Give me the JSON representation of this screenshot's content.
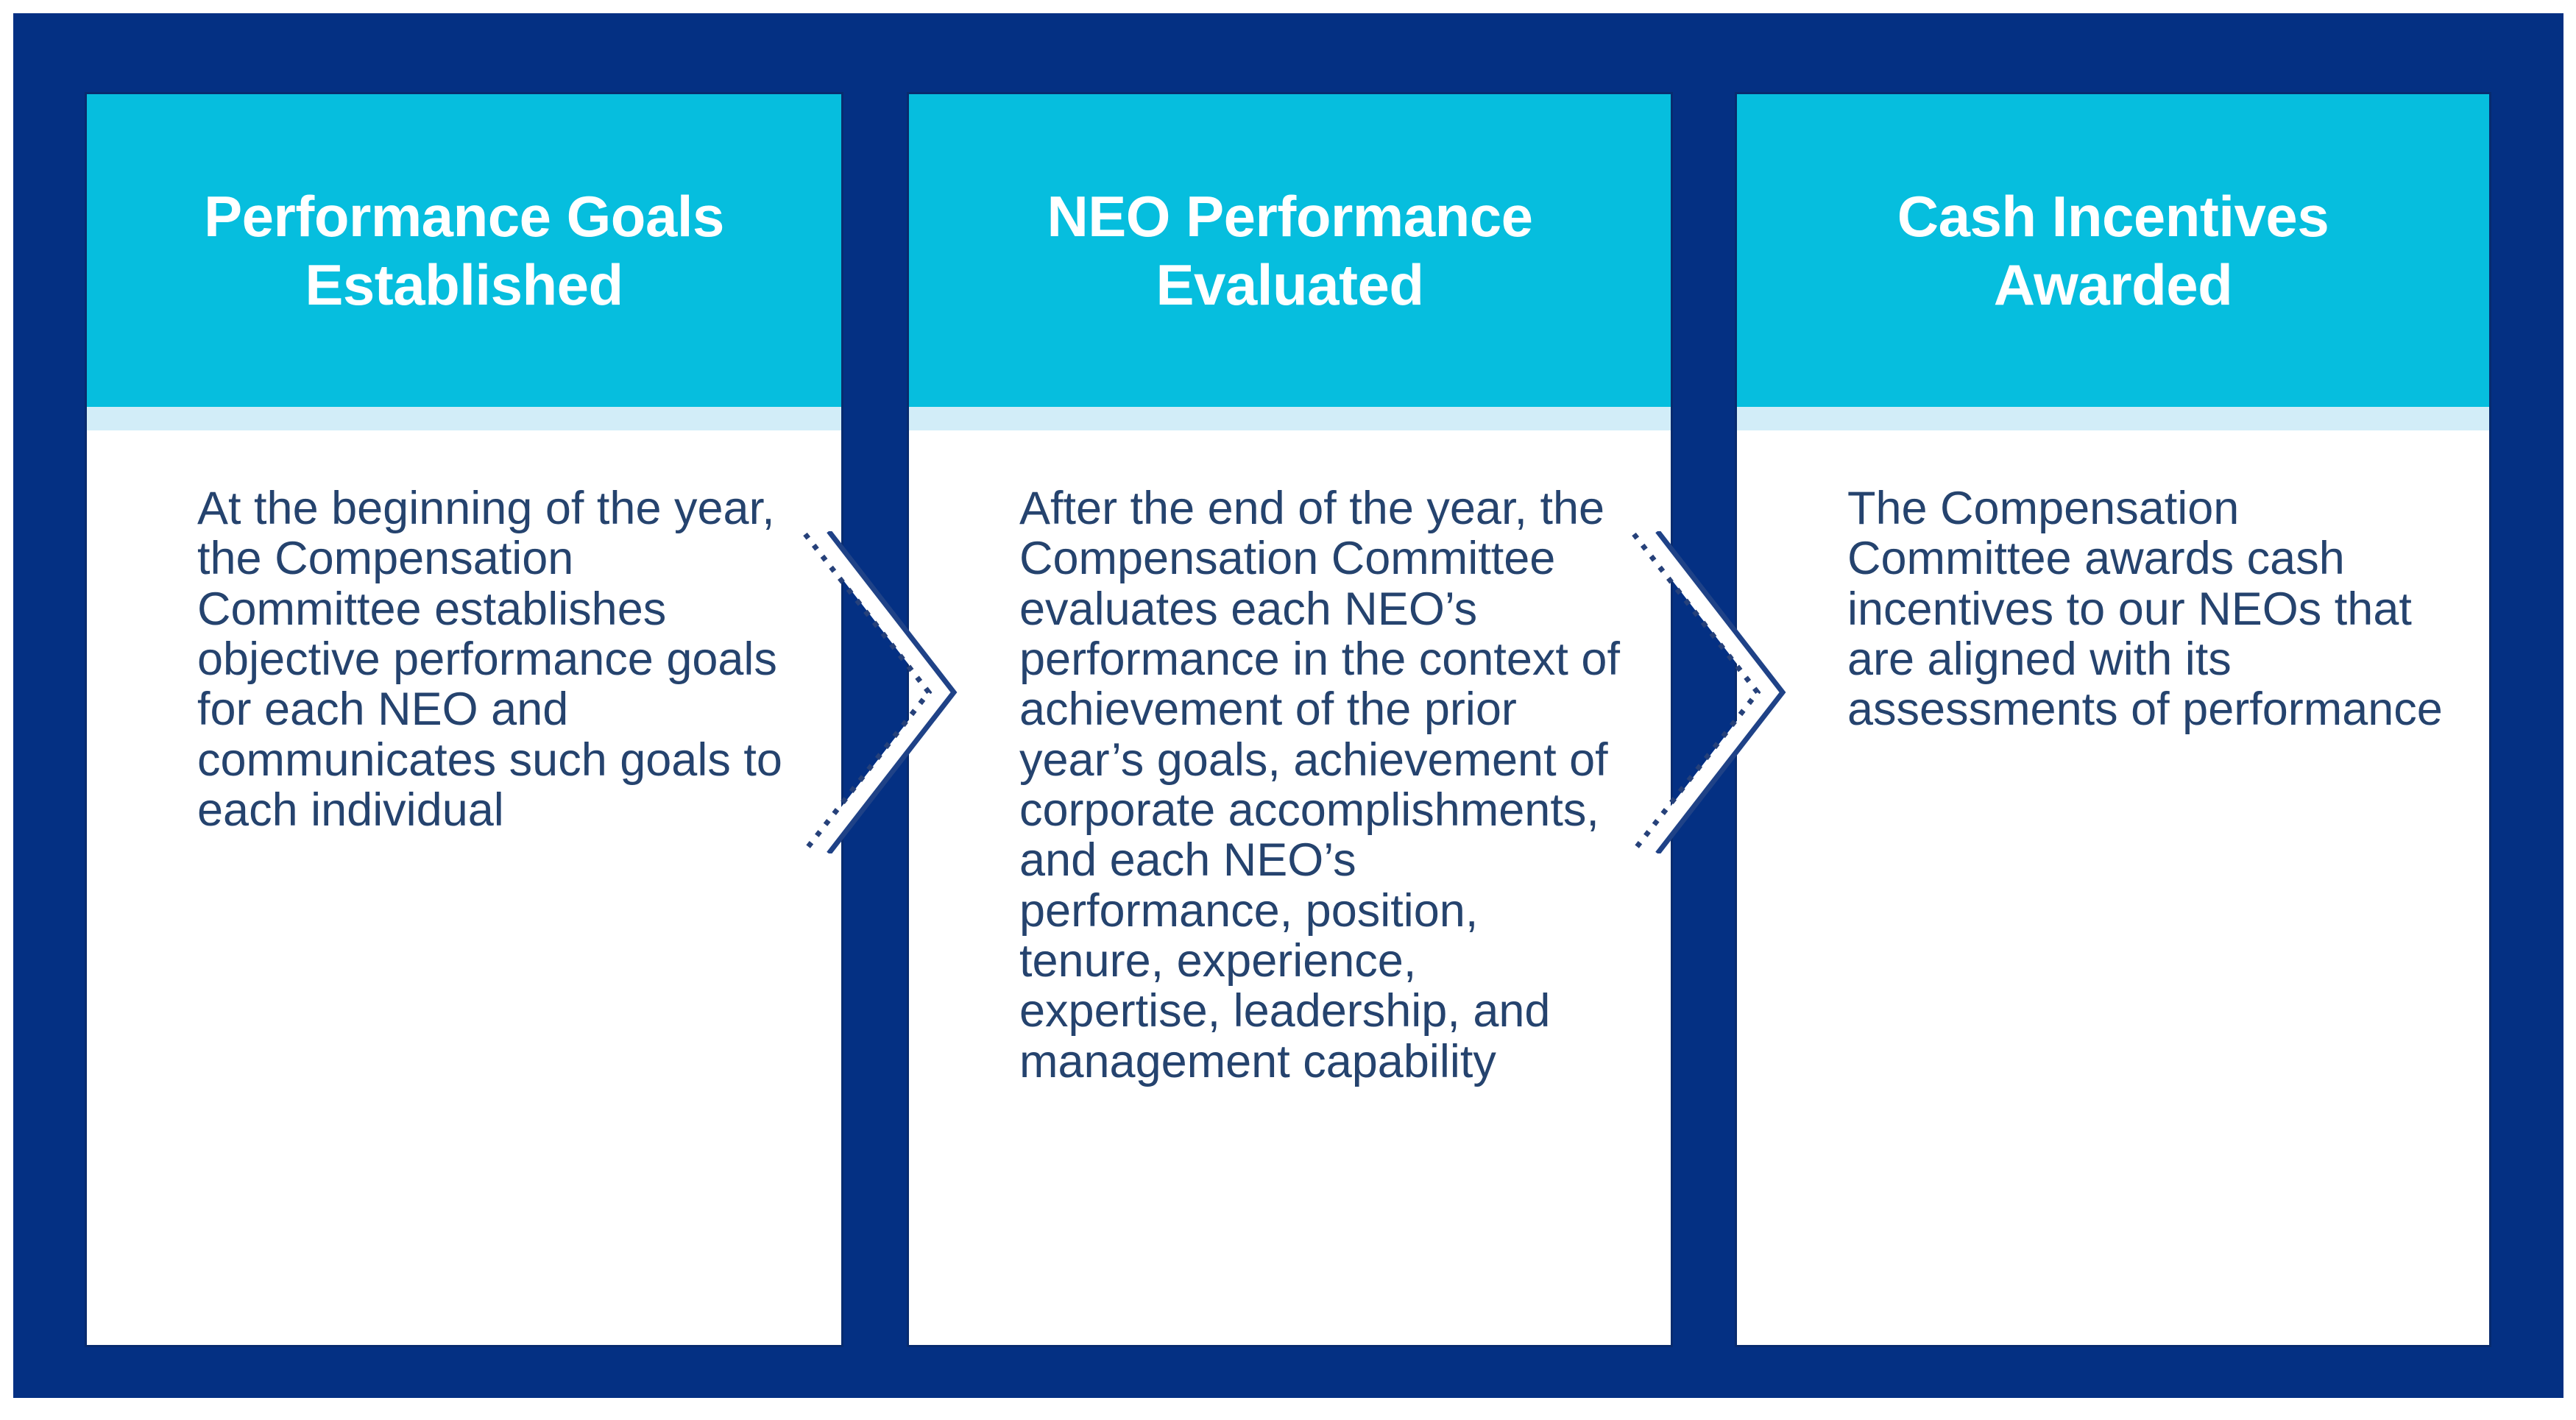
{
  "diagram": {
    "type": "three-step-process-flow",
    "colors": {
      "frame_background": "#043083",
      "panel_background": "#FFFFFF",
      "header_background": "#06BEDE",
      "header_text": "#FFFFFF",
      "divider_band": "#D2EDF8",
      "body_text": "#25436E",
      "chevron_stroke": "#1F4287",
      "page_background": "#FFFFFF"
    },
    "steps": [
      {
        "id": "step-1",
        "title": "Performance Goals Established",
        "body": "At the beginning of the year, the Compensation Committee establishes objective performance goals for each NEO and communicates such goals to each individual"
      },
      {
        "id": "step-2",
        "title": "NEO Performance Evaluated",
        "body": "After the end of the year, the Compensation Committee evaluates each NEO’s performance in the context of achievement of the prior year’s goals, achievement of corporate accomplishments, and each NEO’s performance, position, tenure, experience, expertise, leadership, and management capability"
      },
      {
        "id": "step-3",
        "title": "Cash Incentives Awarded",
        "body": "The Compensation Committee awards cash incentives to our NEOs that are aligned with its assessments of performance"
      }
    ],
    "connectors": [
      {
        "id": "connector-1",
        "icon": "chevron-right-icon",
        "from": "step-1",
        "to": "step-2"
      },
      {
        "id": "connector-2",
        "icon": "chevron-right-icon",
        "from": "step-2",
        "to": "step-3"
      }
    ]
  }
}
